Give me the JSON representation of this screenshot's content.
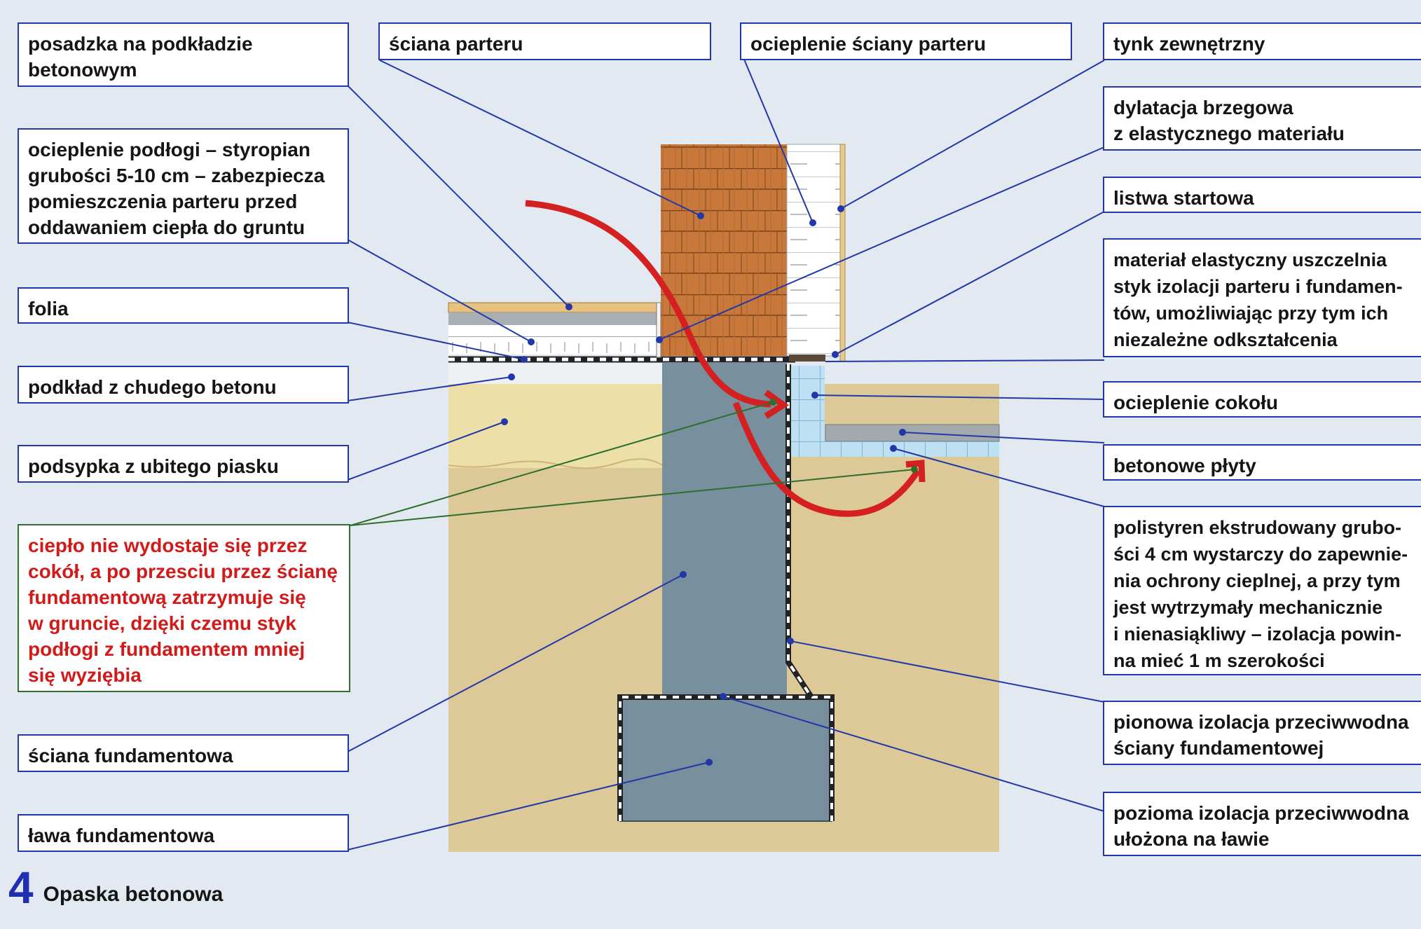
{
  "labels": {
    "floor": "posadzka na podkładzie\nbetonowym",
    "ground_wall": "ściana parteru",
    "wall_insulation": "ocieplenie ściany parteru",
    "ext_plaster": "tynk zewnętrzny",
    "dilatation": "dylatacja brzegowa\nz elastycznego materiału",
    "floor_insulation": "ocieplenie podłogi – styropian\ngrubości 5-10 cm – zabezpiecza\npomieszczenia parteru przed\noddawaniem ciepła do gruntu",
    "starter_strip": "listwa startowa",
    "elastic_material": "materiał elastyczny uszczelnia\nstyk izolacji parteru i fundamen-\ntów, umożliwiając przy tym ich\nniezależne odkształcenia",
    "foil": "folia",
    "lean_concrete": "podkład z chudego betonu",
    "plinth_insulation": "ocieplenie cokołu",
    "sand_bed": "podsypka z ubitego piasku",
    "concrete_slabs": "betonowe płyty",
    "heat_note": "ciepło nie wydostaje się przez\ncokół, a po przesciu przez ścianę\nfundamentową zatrzymuje się\nw gruncie, dzięki czemu styk\npodłogi z fundamentem mniej\nsię wyziębia",
    "xps": "polistyren ekstrudowany grubo-\nści 4 cm wystarczy do zapewnie-\nnia ochrony cieplnej, a przy tym\njest wytrzymały mechanicznie\ni nienasiąkliwy – izolacja powin-\nna mieć 1 m szerokości",
    "vertical_waterproofing": "pionowa izolacja przeciwwodna\nściany fundamentowej",
    "foundation_wall": "ściana fundamentowa",
    "horizontal_waterproofing": "pozioma izolacja przeciwwodna\nułożona na ławie",
    "footing": "ława fundamentowa"
  },
  "caption": {
    "number": "4",
    "title": "Opaska betonowa"
  },
  "colors": {
    "background": "#e3e9f0",
    "box_border": "#2238a8",
    "leader_line": "#2238a8",
    "note_border": "#2e6e2e",
    "note_text": "#d21a1a",
    "heat_arrow": "#d42020",
    "brick": "#c9783c",
    "concrete": "#78909d",
    "sand": "#e6d4a0",
    "xps": "#bfe0f2"
  }
}
